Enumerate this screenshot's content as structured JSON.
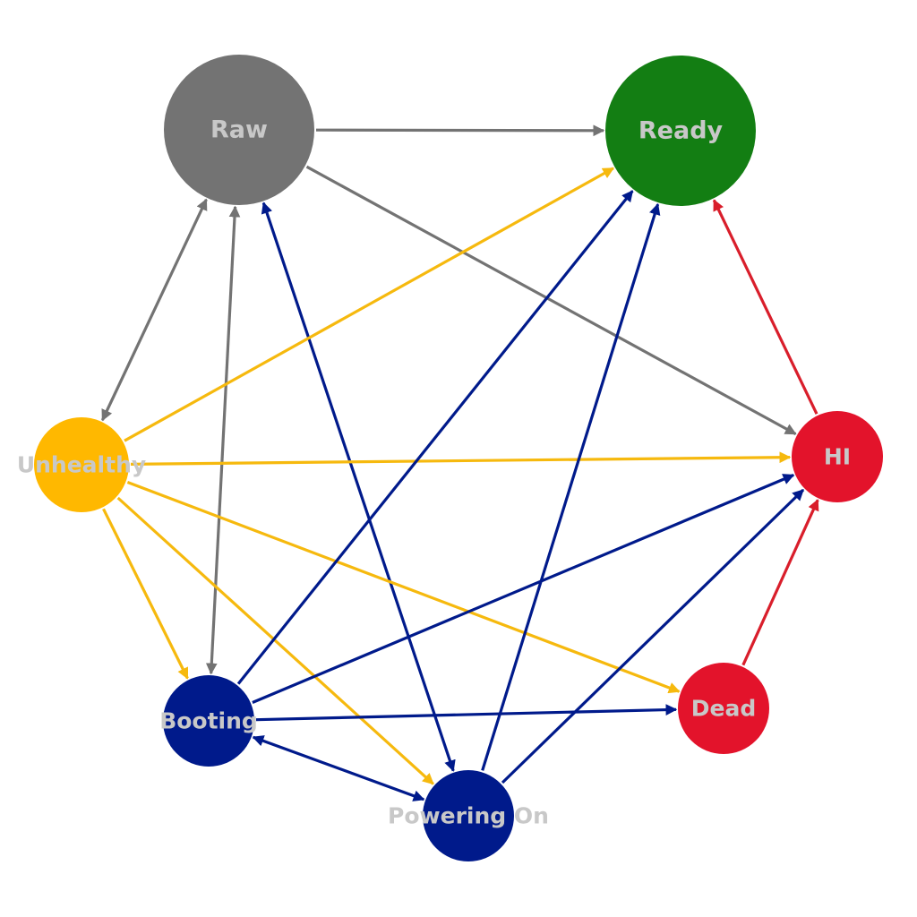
{
  "colors": {
    "raw": "#737373",
    "ready": "#137e13",
    "unhealthy": "#ffb800",
    "hi": "#e3132b",
    "dead": "#e3132b",
    "booting": "#001a8b",
    "powering_on": "#001a8b",
    "label": "#c8c8c8",
    "edge_gray": "#737373",
    "edge_yellow": "#f6b90e",
    "edge_blue": "#001a8b",
    "edge_red": "#d91e2b"
  },
  "nodes": [
    {
      "id": "raw",
      "label": "Raw",
      "color": "#737373"
    },
    {
      "id": "ready",
      "label": "Ready",
      "color": "#137e13"
    },
    {
      "id": "unhealthy",
      "label": "Unhealthy",
      "color": "#ffb800"
    },
    {
      "id": "hi",
      "label": "HI",
      "color": "#e3132b"
    },
    {
      "id": "booting",
      "label": "Booting",
      "color": "#001a8b"
    },
    {
      "id": "dead",
      "label": "Dead",
      "color": "#e3132b"
    },
    {
      "id": "powering_on",
      "label": "Powering On",
      "color": "#001a8b"
    }
  ],
  "edges": [
    {
      "from": "raw",
      "to": "ready",
      "color": "#737373"
    },
    {
      "from": "raw",
      "to": "hi",
      "color": "#737373"
    },
    {
      "from": "raw",
      "to": "unhealthy",
      "color": "#737373",
      "bidirectional": true
    },
    {
      "from": "raw",
      "to": "booting",
      "color": "#737373",
      "bidirectional": true
    },
    {
      "from": "raw",
      "to": "powering_on",
      "color": "#001a8b",
      "bidirectional": true
    },
    {
      "from": "unhealthy",
      "to": "ready",
      "color": "#f6b90e"
    },
    {
      "from": "unhealthy",
      "to": "hi",
      "color": "#f6b90e"
    },
    {
      "from": "unhealthy",
      "to": "dead",
      "color": "#f6b90e"
    },
    {
      "from": "unhealthy",
      "to": "booting",
      "color": "#f6b90e"
    },
    {
      "from": "unhealthy",
      "to": "powering_on",
      "color": "#f6b90e"
    },
    {
      "from": "booting",
      "to": "ready",
      "color": "#001a8b"
    },
    {
      "from": "booting",
      "to": "hi",
      "color": "#001a8b"
    },
    {
      "from": "booting",
      "to": "dead",
      "color": "#001a8b"
    },
    {
      "from": "booting",
      "to": "powering_on",
      "color": "#001a8b",
      "bidirectional": true
    },
    {
      "from": "powering_on",
      "to": "ready",
      "color": "#001a8b"
    },
    {
      "from": "powering_on",
      "to": "hi",
      "color": "#001a8b"
    },
    {
      "from": "hi",
      "to": "ready",
      "color": "#d91e2b"
    },
    {
      "from": "dead",
      "to": "hi",
      "color": "#d91e2b"
    }
  ]
}
